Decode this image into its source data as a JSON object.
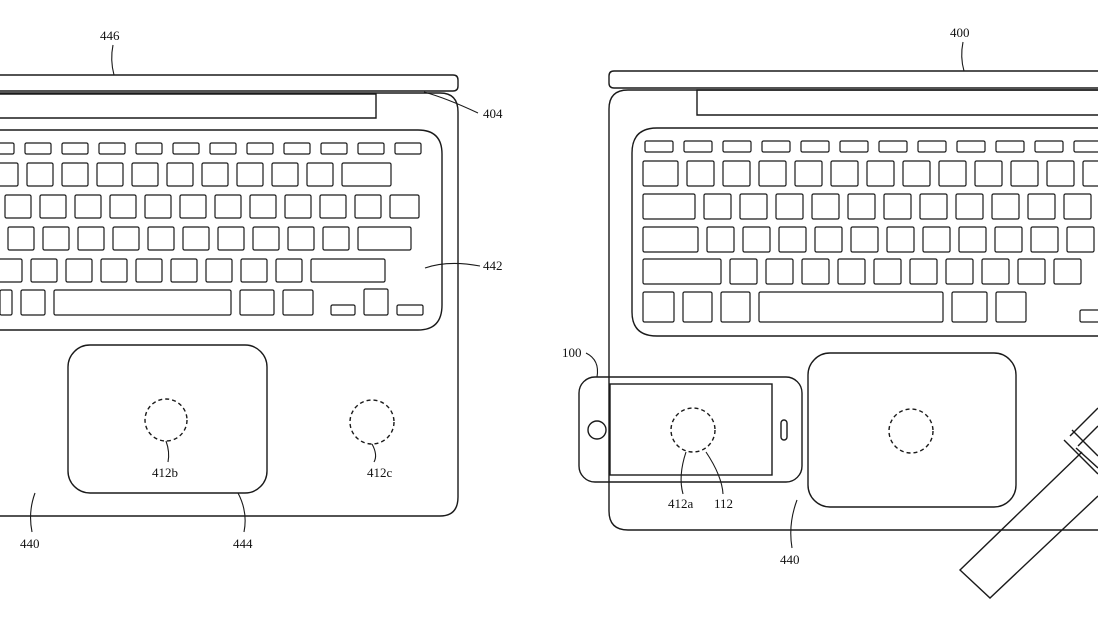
{
  "labels": {
    "l446": "446",
    "l404": "404",
    "l442": "442",
    "l412b": "412b",
    "l412c": "412c",
    "l440a": "440",
    "l444": "444",
    "l400": "400",
    "l100": "100",
    "l412a": "412a",
    "l112": "112",
    "l440b": "440"
  },
  "colors": {
    "line": "#1a1a1a",
    "background": "#ffffff"
  }
}
